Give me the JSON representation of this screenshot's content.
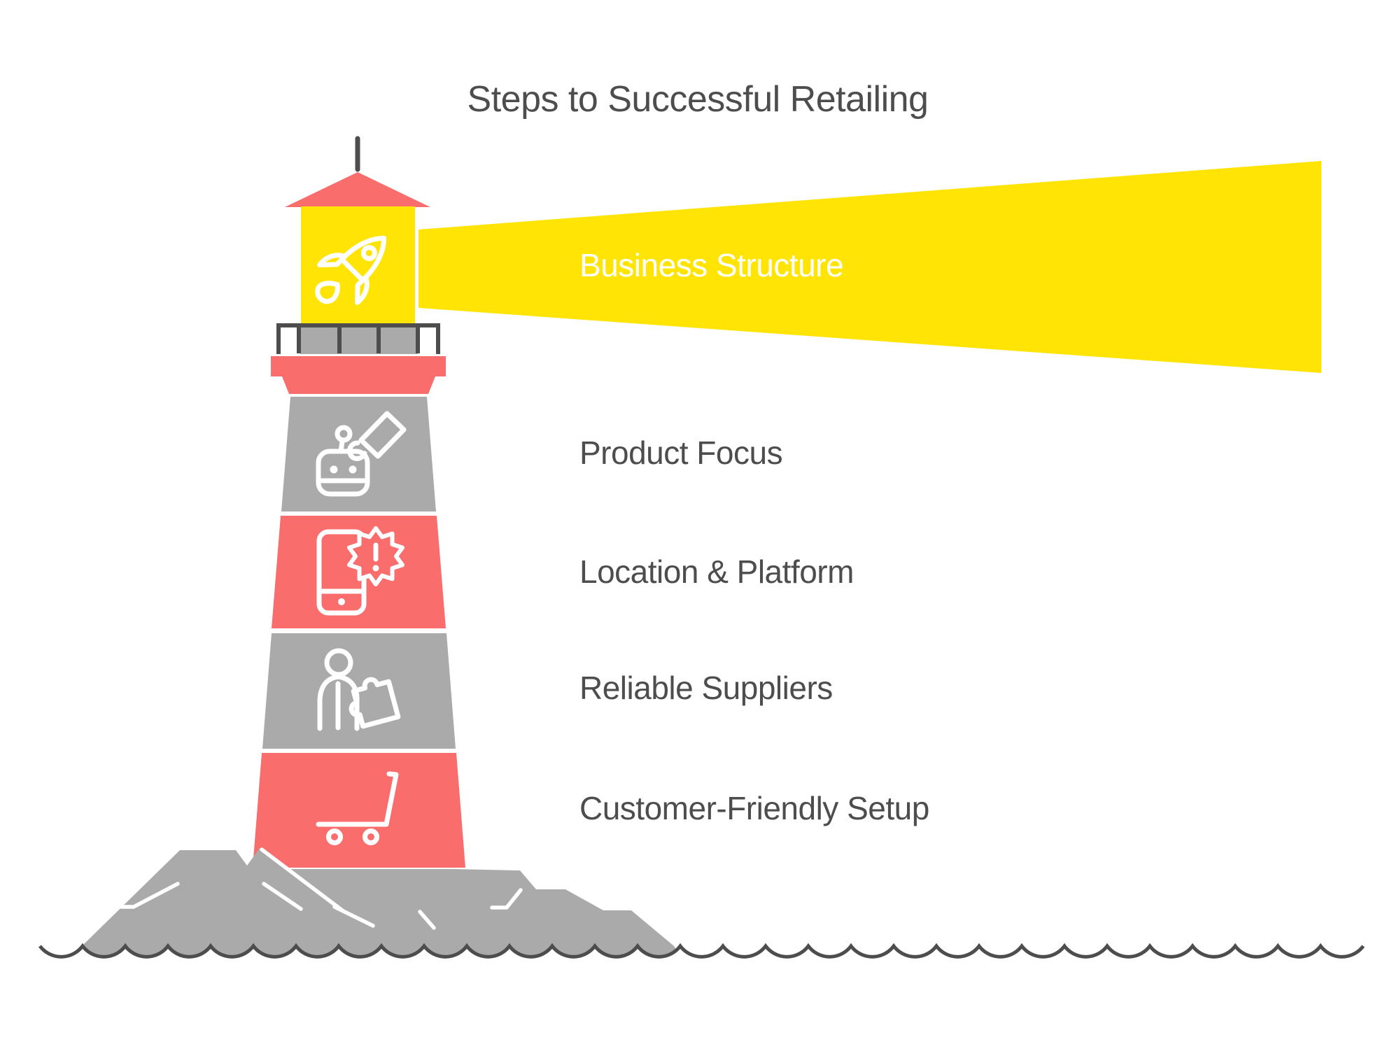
{
  "title": "Steps to Successful Retailing",
  "steps": [
    {
      "label": "Business Structure",
      "icon": "rocket-icon",
      "segment_color": "#ffe406",
      "label_color": "#ffffff"
    },
    {
      "label": "Product Focus",
      "icon": "robot-megaphone-icon",
      "segment_color": "#aaaaaa",
      "label_color": "#4d4d4d"
    },
    {
      "label": "Location & Platform",
      "icon": "phone-alert-icon",
      "segment_color": "#f96d6d",
      "label_color": "#4d4d4d"
    },
    {
      "label": "Reliable Suppliers",
      "icon": "person-puzzle-icon",
      "segment_color": "#aaaaaa",
      "label_color": "#4d4d4d"
    },
    {
      "label": "Customer-Friendly Setup",
      "icon": "shopping-cart-icon",
      "segment_color": "#f96d6d",
      "label_color": "#4d4d4d"
    }
  ],
  "colors": {
    "yellow": "#ffe406",
    "coral": "#f96d6d",
    "gray": "#aaaaaa",
    "dark": "#4d4d4d",
    "white": "#ffffff"
  }
}
